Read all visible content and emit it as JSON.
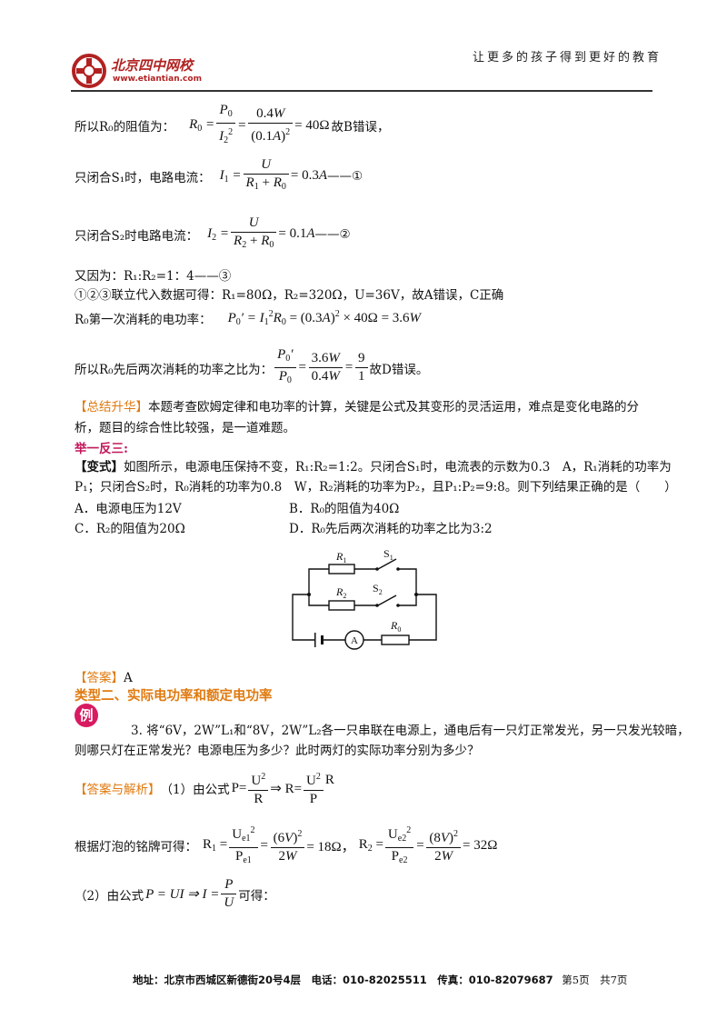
{
  "header": {
    "logo_cn": "北京四中网校",
    "logo_url": "www.etiantian.com",
    "slogan": "让更多的孩子得到更好的教育"
  },
  "lines": {
    "l1_prefix": "所以R₀的阻值为：",
    "l1_suffix": "故B错误，",
    "l2_prefix": "只闭合S₁时，电路电流：",
    "l2_suffix": "——①",
    "l3_prefix": "只闭合S₂时电路电流：",
    "l3_suffix": "——②",
    "l4": "又因为：R₁:R₂=1：4——③",
    "l5": "①②③联立代入数据可得：R₁=80Ω，R₂=320Ω，U=36V，故A错误，C正确",
    "l6_prefix": "R₀第一次消耗的电功率：",
    "l7_prefix": "所以R₀先后两次消耗的功率之比为：",
    "l7_suffix": "故D错误。"
  },
  "summary": {
    "tag": "【总结升华】",
    "text1": "本题考查欧姆定律和电功率的计算，关键是公式及其变形的灵活运用，难点是变化电路的分",
    "text2": "析，题目的综合性比较强，是一道难题。"
  },
  "variant": {
    "heading": "举一反三:",
    "tag": "【变式】",
    "text1": "如图所示，电源电压保持不变，R₁:R₂=1:2。只闭合S₁时，电流表的示数为0.3　A，R₁消耗的功率为",
    "text2": "P₁；只闭合S₂时，R₀消耗的功率为0.8　W，R₂消耗的功率为P₂，且P₁:P₂=9:8。则下列结果正确的是（　　）",
    "optA": "A．电源电压为12V",
    "optB": "B．R₀的阻值为40Ω",
    "optC": "C．R₂的阻值为20Ω",
    "optD": "D．R₀先后两次消耗的功率之比为3:2",
    "answer_tag": "【答案】",
    "answer": "A"
  },
  "circuit": {
    "r1": "R",
    "r1_sub": "1",
    "r2": "R",
    "r2_sub": "2",
    "r0": "R",
    "r0_sub": "0",
    "s1": "S",
    "s1_sub": "1",
    "s2": "S",
    "s2_sub": "2",
    "ammeter": "A"
  },
  "section2": {
    "title": "类型二、实际电功率和额定电功率",
    "badge": "例",
    "q1": "3. 将“6V，2W”L₁和“8V，2W”L₂各一只串联在电源上，通电后有一只灯正常发光，另一只发光较暗，",
    "q2": "则哪只灯在正常发光？电源电压为多少？此时两灯的实际功率分别为多少？",
    "ans_tag": "【答案与解析】",
    "part1": "（1）由公式",
    "nameplate": "根据灯泡的铭牌可得：",
    "part2": "（2）由公式",
    "part2_suffix": "可得："
  },
  "footer": {
    "address": "地址：北京市西城区新德街20号4层　电话：010-82025511　传真：010-82079687",
    "page": "第5页　共7页"
  }
}
